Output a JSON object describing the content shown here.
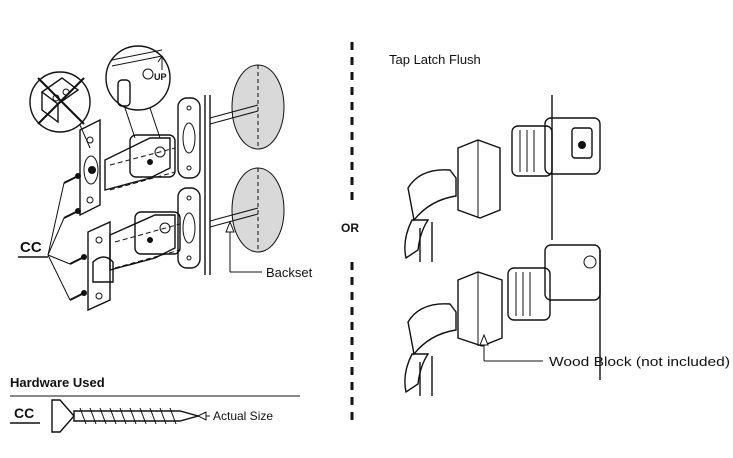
{
  "colors": {
    "ink": "#111111",
    "gray_fill": "#d9d9d9",
    "white": "#ffffff"
  },
  "left_panel": {
    "cc_label": "CC",
    "backset_label": "Backset"
  },
  "divider": {
    "or_label": "OR"
  },
  "right_panel": {
    "title": "Tap Latch Flush",
    "wood_block_label": "Wood Block (not included)"
  },
  "hardware": {
    "title": "Hardware Used",
    "cc_label": "CC",
    "actual_size_label": "Actual Size"
  },
  "icons": [
    "screw-icon",
    "latch-icon",
    "strike-plate-icon",
    "hammer-icon",
    "wood-block-icon",
    "prohibited-icon"
  ]
}
